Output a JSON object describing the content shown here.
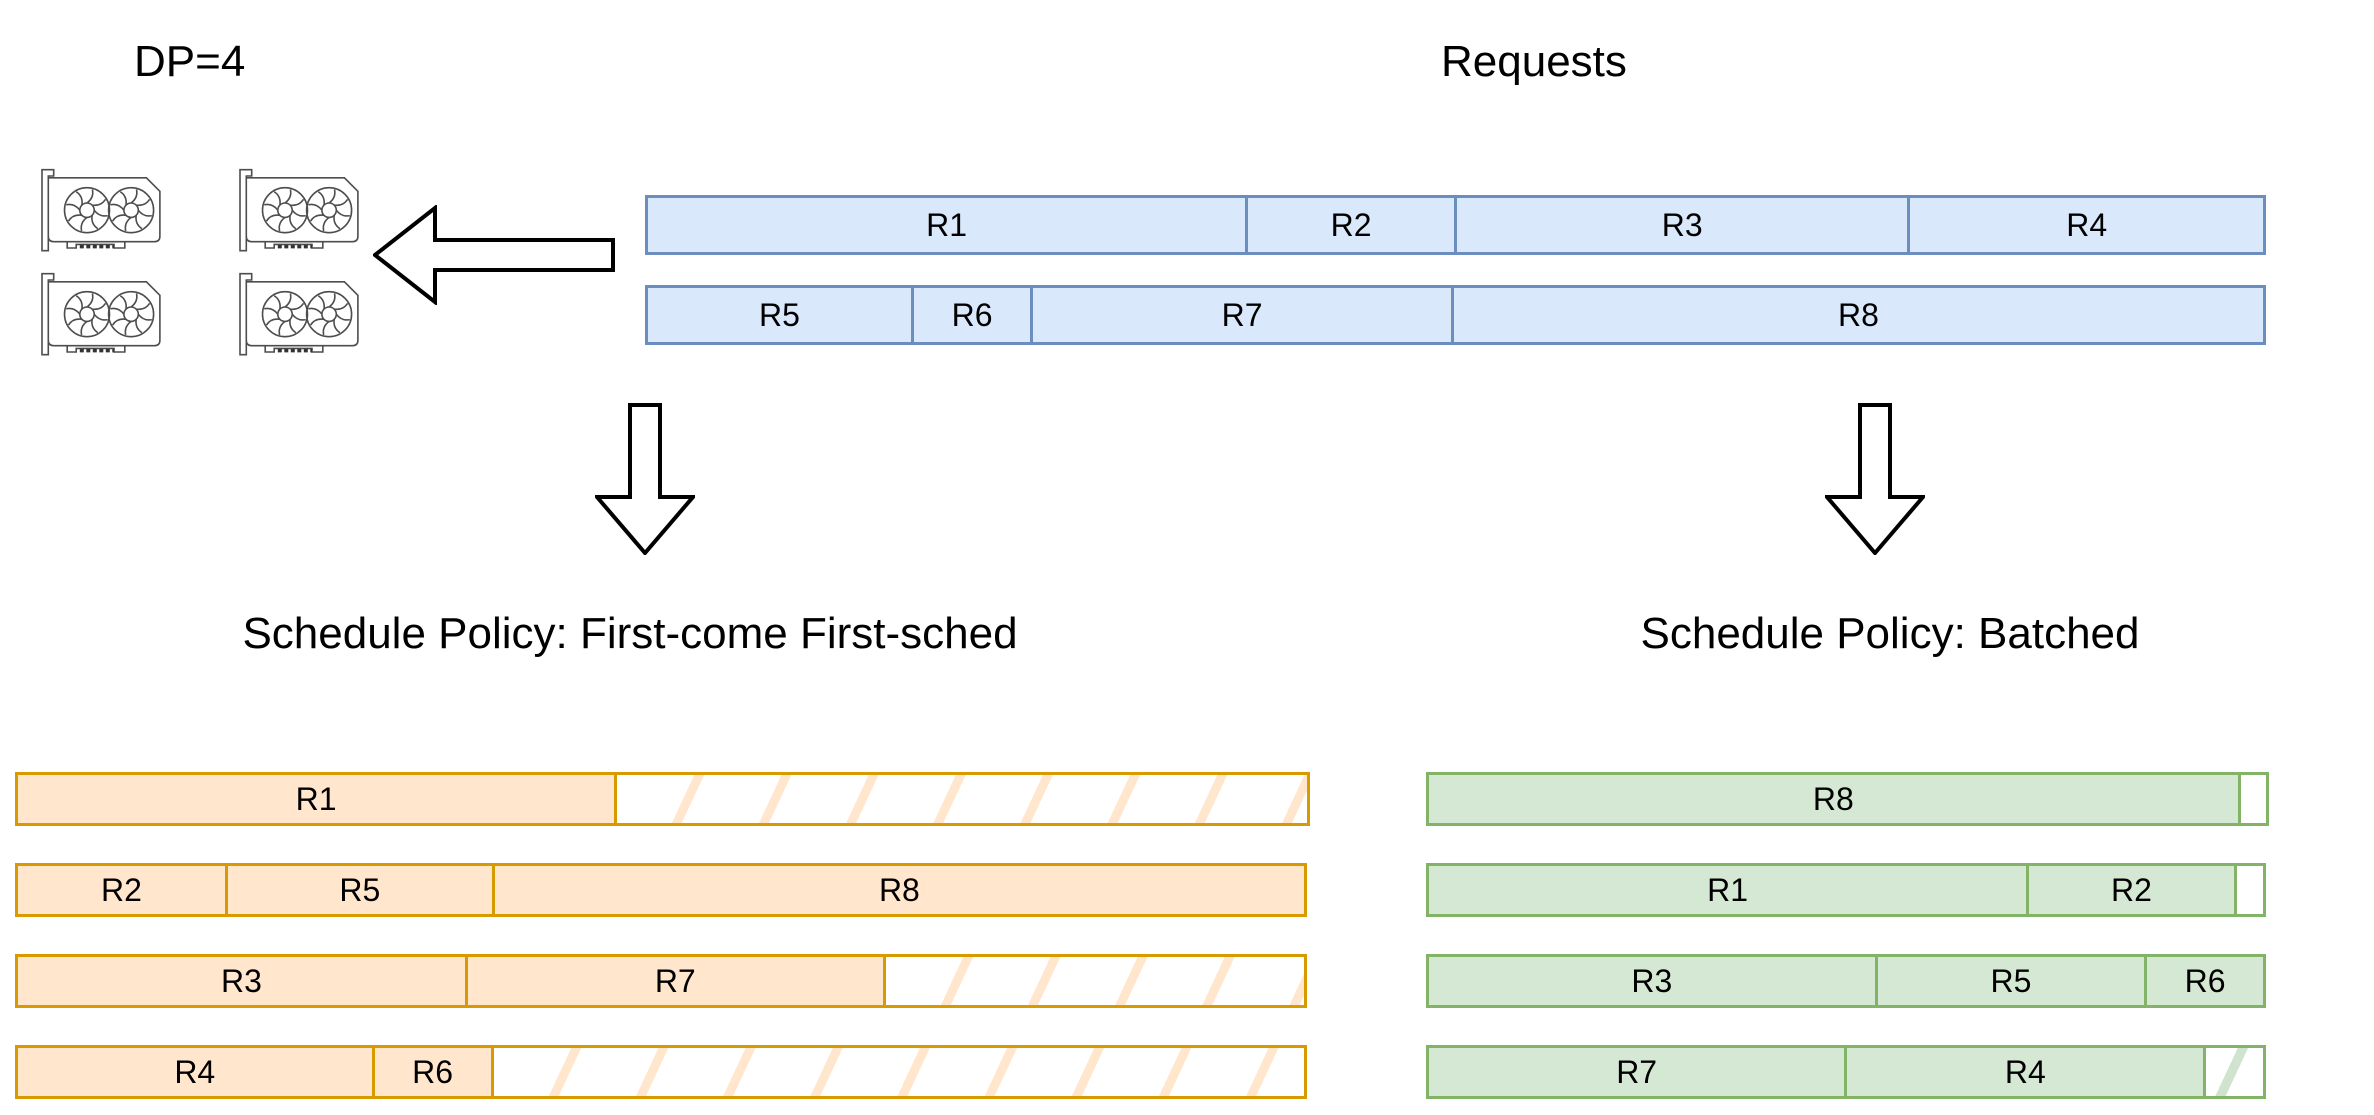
{
  "labels": {
    "dp": "DP=4",
    "requests": "Requests"
  },
  "colors": {
    "request_fill": "#dae8fc",
    "request_stroke": "#6c8ebf",
    "fcfs_fill": "#ffe6cc",
    "fcfs_stroke": "#d79b00",
    "batched_fill": "#d5e8d4",
    "batched_stroke": "#82b366",
    "arrow_stroke": "#000000"
  },
  "requests": {
    "rows": [
      [
        {
          "label": "R1",
          "w": 37
        },
        {
          "label": "R2",
          "w": 13
        },
        {
          "label": "R3",
          "w": 28
        },
        {
          "label": "R4",
          "w": 22
        }
      ],
      [
        {
          "label": "R5",
          "w": 16.5
        },
        {
          "label": "R6",
          "w": 7.5
        },
        {
          "label": "R7",
          "w": 26
        },
        {
          "label": "R8",
          "w": 50
        }
      ]
    ]
  },
  "fcfs": {
    "title": "Schedule Policy: First-come First-sched",
    "rows": [
      [
        {
          "label": "R1",
          "w": 46.4
        },
        {
          "type": "hatch",
          "w": 53.6
        }
      ],
      [
        {
          "label": "R2",
          "w": 16.4
        },
        {
          "label": "R5",
          "w": 20.8
        },
        {
          "label": "R8",
          "w": 62.8
        }
      ],
      [
        {
          "label": "R3",
          "w": 34.9
        },
        {
          "label": "R7",
          "w": 32.4
        },
        {
          "type": "hatch",
          "w": 32.7
        }
      ],
      [
        {
          "label": "R4",
          "w": 27.7
        },
        {
          "label": "R6",
          "w": 9.4
        },
        {
          "type": "hatch",
          "w": 62.9
        }
      ]
    ]
  },
  "batched": {
    "title": "Schedule Policy: Batched",
    "rows": [
      [
        {
          "label": "R8",
          "w": 96.3
        },
        {
          "type": "empty",
          "w": 3.7
        }
      ],
      [
        {
          "label": "R1",
          "w": 71.3
        },
        {
          "label": "R2",
          "w": 24.9
        },
        {
          "type": "empty",
          "w": 3.8
        }
      ],
      [
        {
          "label": "R3",
          "w": 53.4
        },
        {
          "label": "R5",
          "w": 32.2
        },
        {
          "label": "R6",
          "w": 14.4
        }
      ],
      [
        {
          "label": "R7",
          "w": 49.8
        },
        {
          "label": "R4",
          "w": 42.8
        },
        {
          "type": "hatch",
          "w": 7.4
        }
      ]
    ]
  }
}
